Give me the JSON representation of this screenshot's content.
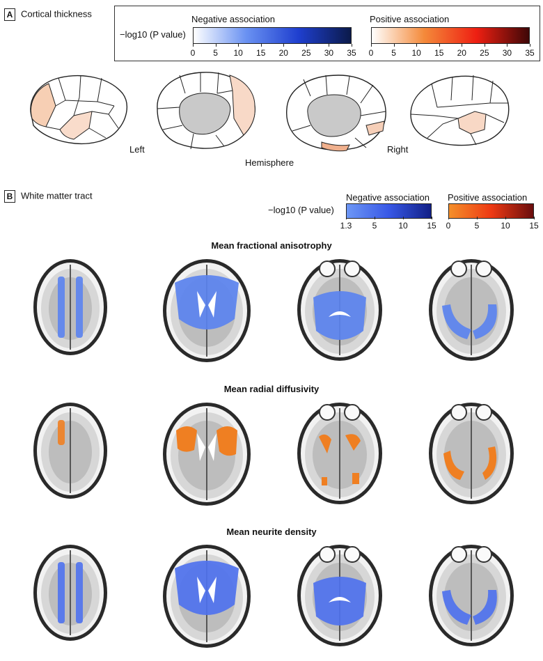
{
  "panel_a": {
    "letter": "A",
    "title": "Cortical thickness",
    "legend": {
      "axis_label": "−log10 (P value)",
      "negative_title": "Negative association",
      "positive_title": "Positive association",
      "ticks": [
        "0",
        "5",
        "10",
        "15",
        "20",
        "25",
        "30",
        "35"
      ],
      "negative_colors": [
        "#ffffff",
        "#6a92f2",
        "#1f3fcf",
        "#0b1a4a"
      ],
      "positive_colors": [
        "#ffffff",
        "#f48a3a",
        "#ee1f12",
        "#3e0707"
      ]
    },
    "hemisphere_label": "Hemisphere",
    "left_label": "Left",
    "right_label": "Right"
  },
  "panel_b": {
    "letter": "B",
    "title": "White matter tract",
    "legend": {
      "axis_label": "−log10 (P value)",
      "negative_title": "Negative association",
      "positive_title": "Positive association",
      "negative_ticks": [
        "1.3",
        "5",
        "10",
        "15"
      ],
      "positive_ticks": [
        "0",
        "5",
        "10",
        "15"
      ],
      "negative_colors": [
        "#6d97f5",
        "#3858e6",
        "#111f86"
      ],
      "positive_colors": [
        "#f48f2a",
        "#ee3a14",
        "#6a0d0d"
      ]
    },
    "rows": [
      {
        "title": "Mean fractional anisotrophy",
        "color": "#5b83ef"
      },
      {
        "title": "Mean radial diffusivity",
        "color": "#ef7f22"
      },
      {
        "title": "Mean neurite density",
        "color": "#4f72ee"
      }
    ]
  }
}
